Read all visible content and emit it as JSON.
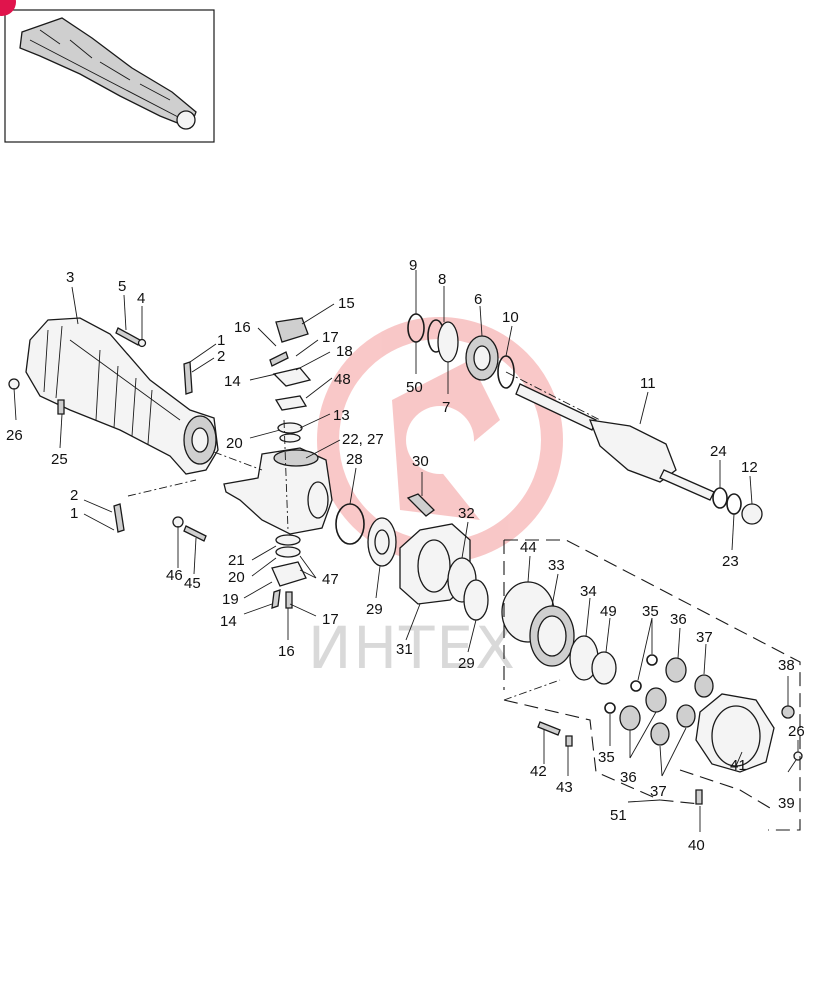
{
  "watermark": {
    "text": "ИНТЕХ",
    "color": "#e83a3a"
  },
  "badge": {
    "color": "#e0144c"
  },
  "callouts": [
    {
      "id": "c3",
      "text": "3"
    },
    {
      "id": "c5",
      "text": "5"
    },
    {
      "id": "c4",
      "text": "4"
    },
    {
      "id": "c1a",
      "text": "1"
    },
    {
      "id": "c2a",
      "text": "2"
    },
    {
      "id": "c26a",
      "text": "26"
    },
    {
      "id": "c25",
      "text": "25"
    },
    {
      "id": "c2b",
      "text": "2"
    },
    {
      "id": "c1b",
      "text": "1"
    },
    {
      "id": "c46",
      "text": "46"
    },
    {
      "id": "c45",
      "text": "45"
    },
    {
      "id": "c16a",
      "text": "16"
    },
    {
      "id": "c15",
      "text": "15"
    },
    {
      "id": "c17a",
      "text": "17"
    },
    {
      "id": "c18",
      "text": "18"
    },
    {
      "id": "c14a",
      "text": "14"
    },
    {
      "id": "c48",
      "text": "48"
    },
    {
      "id": "c13",
      "text": "13"
    },
    {
      "id": "c20a",
      "text": "20"
    },
    {
      "id": "c2227",
      "text": "22, 27"
    },
    {
      "id": "c21",
      "text": "21"
    },
    {
      "id": "c20b",
      "text": "20"
    },
    {
      "id": "c19",
      "text": "19"
    },
    {
      "id": "c47",
      "text": "47"
    },
    {
      "id": "c14b",
      "text": "14"
    },
    {
      "id": "c17b",
      "text": "17"
    },
    {
      "id": "c16b",
      "text": "16"
    },
    {
      "id": "c9",
      "text": "9"
    },
    {
      "id": "c8",
      "text": "8"
    },
    {
      "id": "c6",
      "text": "6"
    },
    {
      "id": "c10",
      "text": "10"
    },
    {
      "id": "c50",
      "text": "50"
    },
    {
      "id": "c7",
      "text": "7"
    },
    {
      "id": "c11",
      "text": "11"
    },
    {
      "id": "c24",
      "text": "24"
    },
    {
      "id": "c12",
      "text": "12"
    },
    {
      "id": "c23",
      "text": "23"
    },
    {
      "id": "c28",
      "text": "28"
    },
    {
      "id": "c30",
      "text": "30"
    },
    {
      "id": "c32",
      "text": "32"
    },
    {
      "id": "c29a",
      "text": "29"
    },
    {
      "id": "c31",
      "text": "31"
    },
    {
      "id": "c29b",
      "text": "29"
    },
    {
      "id": "c44",
      "text": "44"
    },
    {
      "id": "c33",
      "text": "33"
    },
    {
      "id": "c34",
      "text": "34"
    },
    {
      "id": "c49",
      "text": "49"
    },
    {
      "id": "c35a",
      "text": "35"
    },
    {
      "id": "c36a",
      "text": "36"
    },
    {
      "id": "c37a",
      "text": "37"
    },
    {
      "id": "c38",
      "text": "38"
    },
    {
      "id": "c26b",
      "text": "26"
    },
    {
      "id": "c35b",
      "text": "35"
    },
    {
      "id": "c36b",
      "text": "36"
    },
    {
      "id": "c37b",
      "text": "37"
    },
    {
      "id": "c41",
      "text": "41"
    },
    {
      "id": "c39",
      "text": "39"
    },
    {
      "id": "c42",
      "text": "42"
    },
    {
      "id": "c43",
      "text": "43"
    },
    {
      "id": "c51",
      "text": "51"
    },
    {
      "id": "c40",
      "text": "40"
    }
  ]
}
